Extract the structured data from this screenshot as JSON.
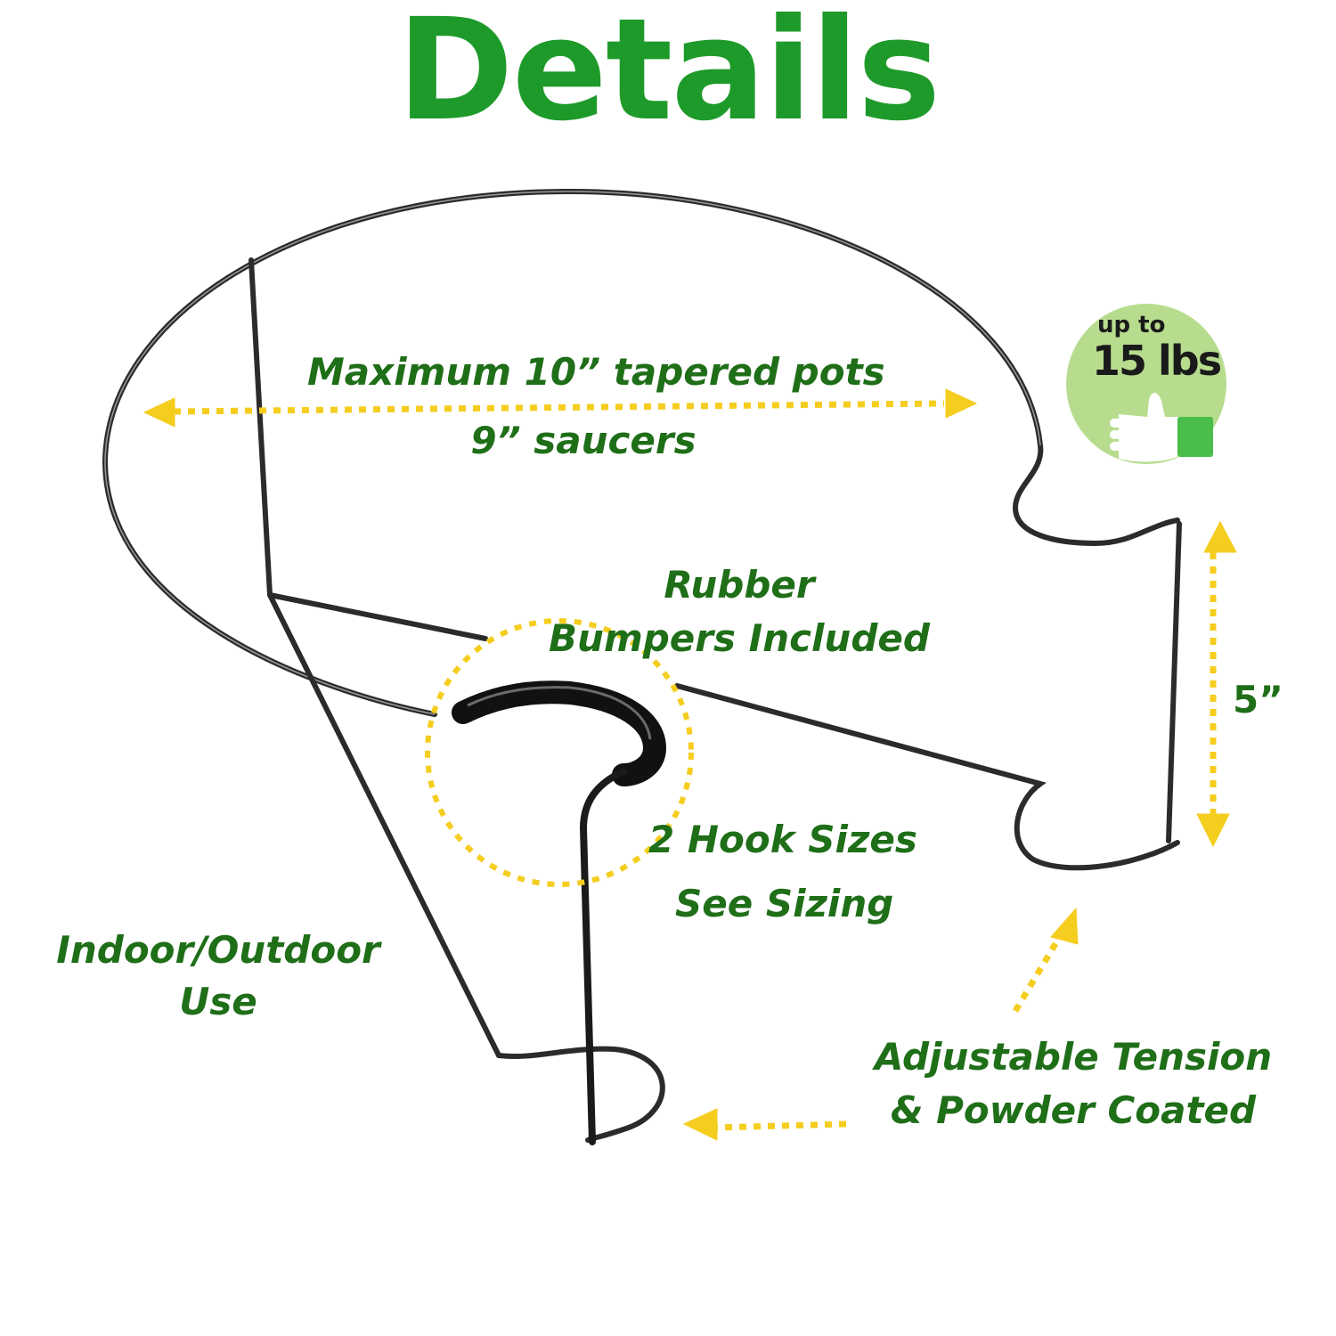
{
  "title": "Details",
  "labels": {
    "max_pots": "Maximum 10” tapered pots",
    "saucers": "9” saucers",
    "rubber_line1": "Rubber",
    "rubber_line2": "Bumpers Included",
    "hook_sizes": "2 Hook Sizes",
    "see_sizing": "See Sizing",
    "indoor_line1": "Indoor/Outdoor",
    "indoor_line2": "Use",
    "tension_line1": "Adjustable Tension",
    "tension_line2": "& Powder Coated",
    "height": "5”"
  },
  "badge": {
    "line1": "up to",
    "line2": "15 lbs",
    "icon": "thumbs-up-icon"
  },
  "colors": {
    "title_green": "#1e9a2a",
    "label_green": "#1f6e18",
    "arrow_yellow": "#f5cd1f",
    "badge_green": "#b7dc8e",
    "wire": "#2b2b2b"
  }
}
